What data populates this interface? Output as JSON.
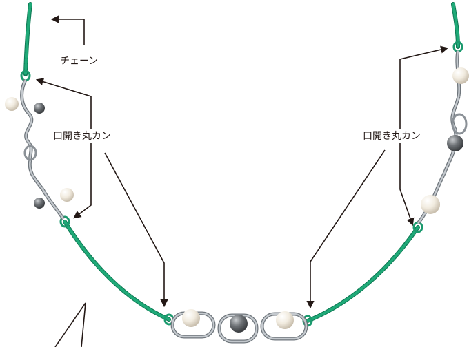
{
  "labels": {
    "chain": "チェーン",
    "ring_left": "口開き丸カン",
    "ring_right": "口開き丸カン"
  },
  "colors": {
    "chain": "#1b9a6e",
    "chain_dark": "#0f7a55",
    "metal": "#a9aeb3",
    "metal_dark": "#6f767c",
    "pearl_white": "#f3ede2",
    "pearl_gray": "#6c6f73",
    "arrow": "#231815"
  }
}
